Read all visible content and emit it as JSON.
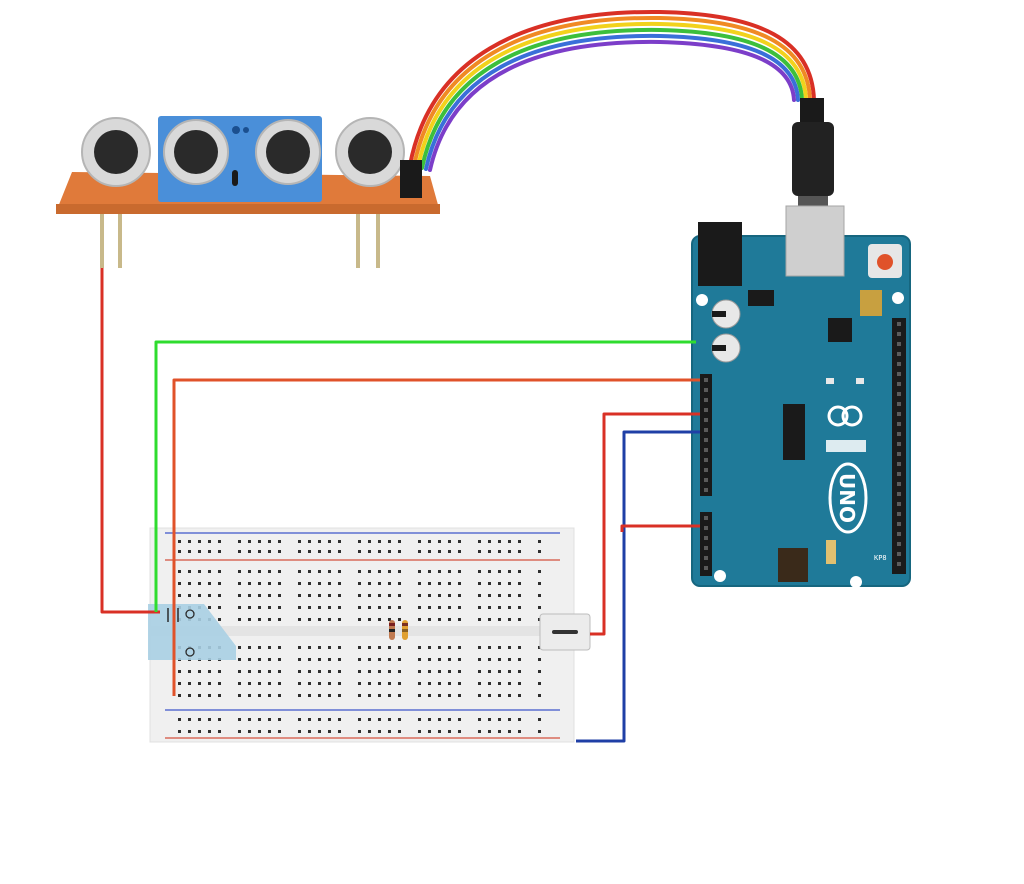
{
  "arduino": {
    "model_mark": "UNO",
    "logo_glyph": "∞",
    "label_bottom": "KP8"
  },
  "sensor": {
    "name": "ultrasonic-sensor"
  },
  "colors": {
    "wire_green": "#2fdc2f",
    "wire_orange": "#e0522a",
    "wire_red": "#d93025",
    "wire_blue": "#1f3fa6",
    "arduino_board": "#1f7a99",
    "sensor_pcb": "#e07a3a",
    "sensor_module": "#4a8fd9",
    "breadboard": "#f0f0f0"
  }
}
